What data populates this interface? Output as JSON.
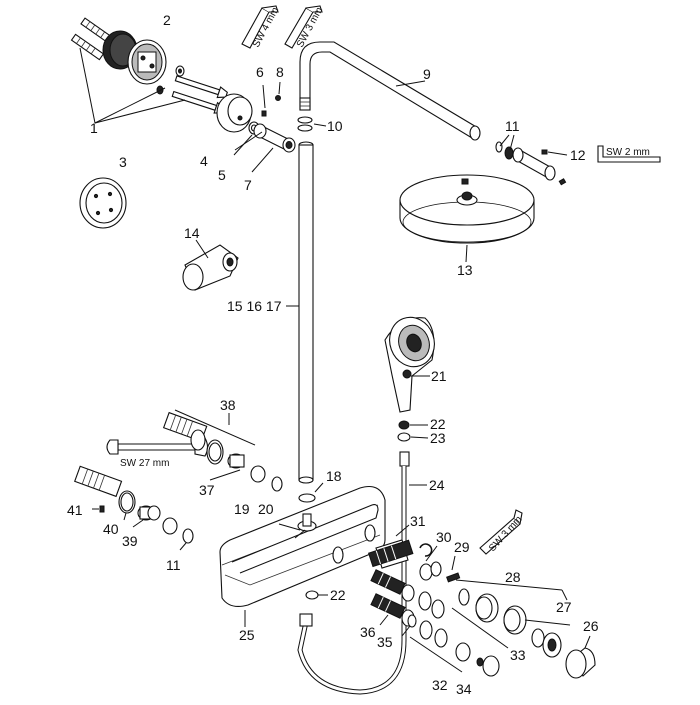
{
  "labels": {
    "p1": "1",
    "p2": "2",
    "p3": "3",
    "p4": "4",
    "p5": "5",
    "p6": "6",
    "p7": "7",
    "p8": "8",
    "p9": "9",
    "p10": "10",
    "p11a": "11",
    "p11b": "11",
    "p12": "12",
    "p13": "13",
    "p14": "14",
    "p15_17": "15 16 17",
    "p18": "18",
    "p19": "19",
    "p20": "20",
    "p21": "21",
    "p22a": "22",
    "p22b": "22",
    "p23": "23",
    "p24": "24",
    "p25": "25",
    "p26": "26",
    "p27": "27",
    "p28": "28",
    "p29": "29",
    "p30": "30",
    "p31": "31",
    "p32": "32",
    "p33": "33",
    "p34": "34",
    "p35": "35",
    "p36": "36",
    "p37": "37",
    "p38": "38",
    "p39": "39",
    "p40": "40",
    "p41": "41"
  },
  "tools": {
    "sw4": "SW 4 mm",
    "sw3_top": "SW 3 mm",
    "sw2": "SW 2 mm",
    "sw3_bottom": "SW 3 mm",
    "sw27": "SW 27 mm"
  }
}
